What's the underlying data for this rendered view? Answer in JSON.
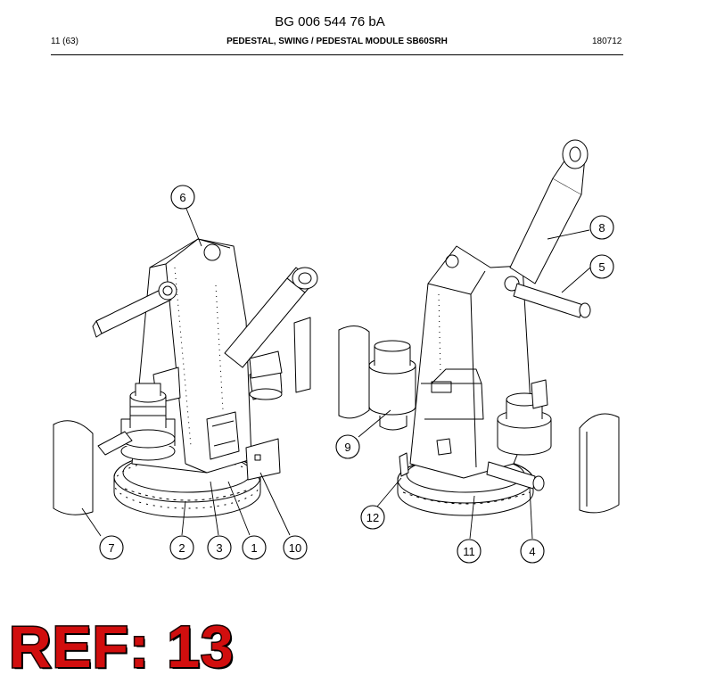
{
  "header": {
    "doc_number": "BG 006 544 76 bA",
    "page_counter": "11 (63)",
    "title": "PEDESTAL, SWING / PEDESTAL MODULE SB60SRH",
    "date_code": "180712"
  },
  "callouts": [
    {
      "id": "callout-1",
      "label": "1"
    },
    {
      "id": "callout-2",
      "label": "2"
    },
    {
      "id": "callout-3",
      "label": "3"
    },
    {
      "id": "callout-4",
      "label": "4"
    },
    {
      "id": "callout-5",
      "label": "5"
    },
    {
      "id": "callout-6",
      "label": "6"
    },
    {
      "id": "callout-7",
      "label": "7"
    },
    {
      "id": "callout-8",
      "label": "8"
    },
    {
      "id": "callout-9",
      "label": "9"
    },
    {
      "id": "callout-10",
      "label": "10"
    },
    {
      "id": "callout-11",
      "label": "11"
    },
    {
      "id": "callout-12",
      "label": "12"
    }
  ],
  "ref_stamp": "REF: 13",
  "colors": {
    "stamp_red": "#d10e0e",
    "line": "#000000"
  }
}
